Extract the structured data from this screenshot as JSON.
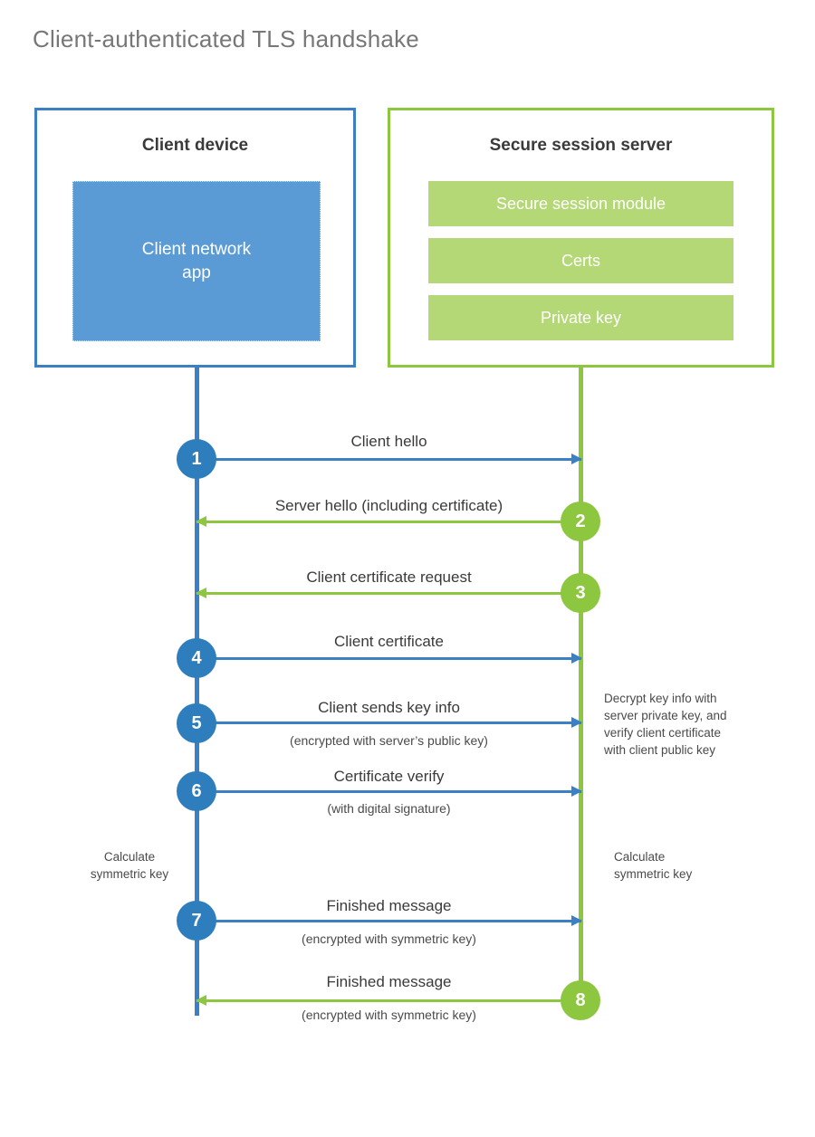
{
  "title": "Client-authenticated TLS handshake",
  "colors": {
    "client_blue": "#3b7fc4",
    "client_circle_blue": "#2e7ebe",
    "client_app_fill": "#5b9bd5",
    "server_green": "#8dc63f",
    "server_bar_fill": "#b5d877",
    "title_gray": "#777777",
    "text_dark": "#3a3a3a",
    "background": "#ffffff"
  },
  "actors": {
    "client": {
      "title": "Client device",
      "app_label": "Client network\napp"
    },
    "server": {
      "title": "Secure session server",
      "modules": [
        "Secure session module",
        "Certs",
        "Private key"
      ]
    }
  },
  "steps": [
    {
      "number": "1",
      "direction": "client-to-server",
      "label": "Client hello",
      "sublabel": ""
    },
    {
      "number": "2",
      "direction": "server-to-client",
      "label": "Server hello (including certificate)",
      "sublabel": ""
    },
    {
      "number": "3",
      "direction": "server-to-client",
      "label": "Client certificate request",
      "sublabel": ""
    },
    {
      "number": "4",
      "direction": "client-to-server",
      "label": "Client certificate",
      "sublabel": ""
    },
    {
      "number": "5",
      "direction": "client-to-server",
      "label": "Client sends key info",
      "sublabel": "(encrypted with server’s public key)"
    },
    {
      "number": "6",
      "direction": "client-to-server",
      "label": "Certificate verify",
      "sublabel": "(with digital signature)"
    },
    {
      "number": "7",
      "direction": "client-to-server",
      "label": "Finished message",
      "sublabel": "(encrypted with symmetric key)"
    },
    {
      "number": "8",
      "direction": "server-to-client",
      "label": "Finished message",
      "sublabel": "(encrypted with symmetric key)"
    }
  ],
  "notes": {
    "decrypt": "Decrypt key info with\nserver private key, and\nverify client certificate\nwith client public key",
    "calculate_symmetric_key_client": "Calculate\nsymmetric key",
    "calculate_symmetric_key_server": "Calculate\nsymmetric key"
  }
}
